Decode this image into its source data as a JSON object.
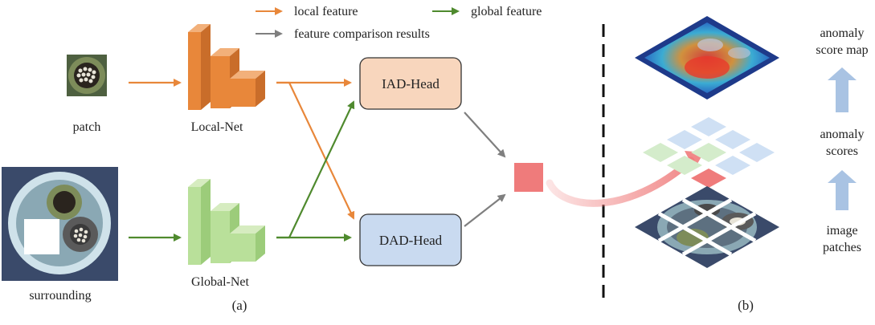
{
  "legend": {
    "local": "local feature",
    "global": "global feature",
    "comparison": "feature comparison results"
  },
  "inputs": {
    "patch_label": "patch",
    "surrounding_label": "surrounding"
  },
  "networks": {
    "local_label": "Local-Net",
    "global_label": "Global-Net"
  },
  "heads": {
    "iad_label": "IAD-Head",
    "dad_label": "DAD-Head"
  },
  "panel_b": {
    "score_map_label_line1": "anomaly",
    "score_map_label_line2": "score map",
    "scores_label_line1": "anomaly",
    "scores_label_line2": "scores",
    "patches_label_line1": "image",
    "patches_label_line2": "patches"
  },
  "captions": {
    "a": "(a)",
    "b": "(b)"
  },
  "colors": {
    "local": "#e8873a",
    "global": "#4f8a2e",
    "comparison": "#7f7f7f",
    "iad_fill": "#f8d6bd",
    "dad_fill": "#c9daf0",
    "result_fill": "#ef7b7b",
    "up_arrow": "#a9c3e3"
  }
}
